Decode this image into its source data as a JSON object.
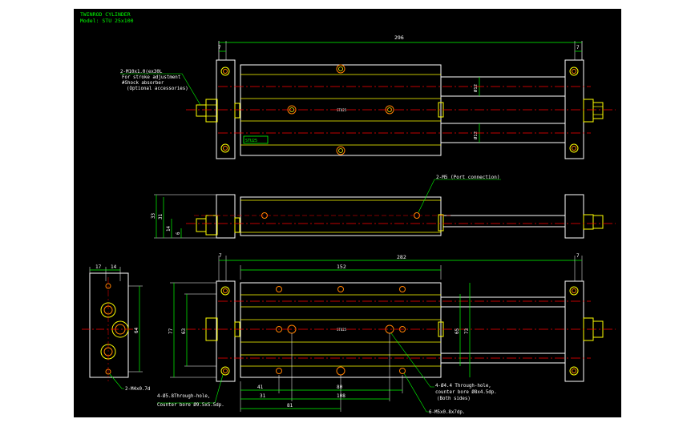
{
  "title_block": {
    "line1": "TWINROD CYLINDER",
    "line2": "Model: STU 25x100"
  },
  "colors": {
    "background": "#000000",
    "outline": "#ffffff",
    "part": "#ffff00",
    "dimension": "#00ff00",
    "centerline": "#ff0000",
    "hole": "#ff8000",
    "label": "#00ff00"
  },
  "top_view": {
    "dims": {
      "overall": "296",
      "left_end": "7",
      "right_end": "7",
      "rod_dia_top": "Ø12",
      "rod_dia_bottom": "Ø12"
    },
    "center_mark": "STU25",
    "plate_label": "STU25",
    "note_lines": [
      "2-M10x1.0(ex30L",
      "For stroke adjustment",
      "#Shock absorber",
      "(Optional accessories)"
    ]
  },
  "side_view": {
    "dims": {
      "height_33": "33",
      "height_31": "31",
      "height_14": "14",
      "height_6": "6"
    },
    "port_note": "2-M5 (Port connection)"
  },
  "bottom_view": {
    "dims": {
      "left_end": "7",
      "overall": "282",
      "stroke": "152",
      "right_end": "7",
      "h77": "77",
      "h63": "63",
      "h65": "65",
      "h73": "73",
      "d41": "41",
      "d80": "80",
      "d31": "31",
      "d108": "108",
      "d81": "81"
    },
    "center_mark": "STU25",
    "note_left_lines": [
      "4-Ø5.8Through-hole,",
      "Counter bore Ø9.5x5.5dp."
    ],
    "note_right_lines": [
      "4-Ø4.4 Through-hole,",
      "counter bore Ø8x4.5dp.",
      "(Both sides)"
    ],
    "note_bottom": "6-M5x0.8x7dp."
  },
  "end_view": {
    "dims": {
      "w17": "17",
      "w14": "14",
      "h64": "64"
    },
    "note": "2-M4x0.7d"
  }
}
